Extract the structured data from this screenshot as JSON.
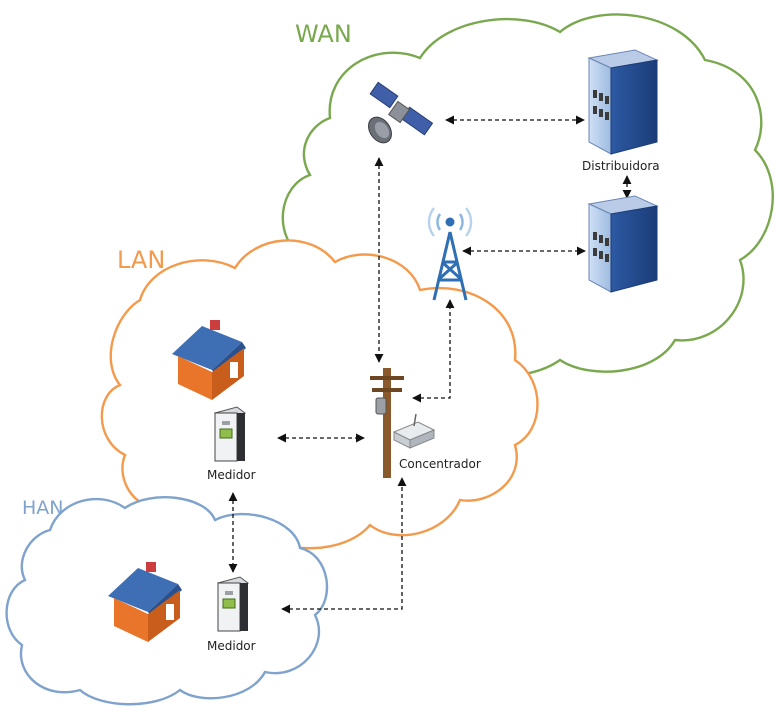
{
  "zones": {
    "wan": {
      "label": "WAN",
      "color": "#7aa84f"
    },
    "lan": {
      "label": "LAN",
      "color": "#f39a4c"
    },
    "han": {
      "label": "HAN",
      "color": "#7fa3cc"
    }
  },
  "nodes": {
    "distribuidora": "Distribuidora",
    "concentrador": "Concentrador",
    "medidor_lan": "Medidor",
    "medidor_han": "Medidor"
  },
  "icons": [
    "satellite-icon",
    "building-icon",
    "radio-tower-icon",
    "utility-pole-icon",
    "router-icon",
    "house-icon",
    "smart-meter-icon"
  ]
}
